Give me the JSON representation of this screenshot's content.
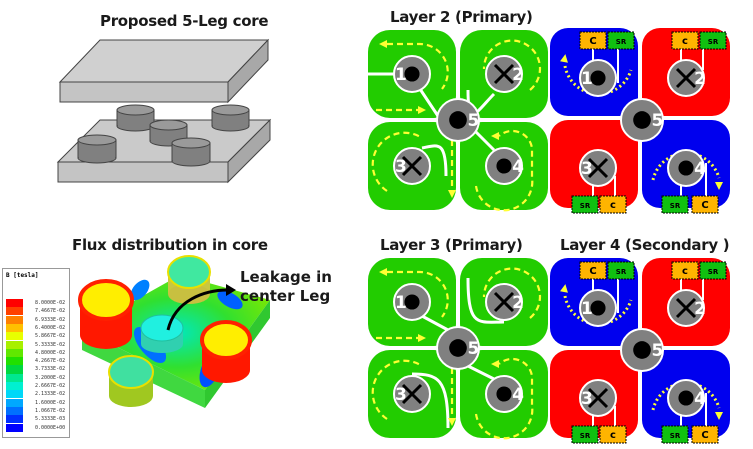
{
  "titles": {
    "core": "Proposed 5-Leg core",
    "flux": "Flux distribution in core",
    "layer2": "Layer 2 (Primary)",
    "layer3": "Layer 3 (Primary)",
    "layer4": "Layer 4 (Secondary )"
  },
  "annotation": {
    "line1": "Leakage in",
    "line2": "center Leg"
  },
  "legend": {
    "title": "B [tesla]",
    "entries": [
      {
        "label": "8.0000E-02",
        "color": "#ff0000"
      },
      {
        "label": "7.4667E-02",
        "color": "#ff4000"
      },
      {
        "label": "6.9333E-02",
        "color": "#ff8000"
      },
      {
        "label": "6.4000E-02",
        "color": "#ffc000"
      },
      {
        "label": "5.8667E-02",
        "color": "#e8ff00"
      },
      {
        "label": "5.3333E-02",
        "color": "#a8f000"
      },
      {
        "label": "4.8000E-02",
        "color": "#60e800"
      },
      {
        "label": "4.2667E-02",
        "color": "#20e000"
      },
      {
        "label": "3.7333E-02",
        "color": "#00d840"
      },
      {
        "label": "3.2000E-02",
        "color": "#00e890"
      },
      {
        "label": "2.6667E-02",
        "color": "#00f0d0"
      },
      {
        "label": "2.1333E-02",
        "color": "#00d8f8"
      },
      {
        "label": "1.6000E-02",
        "color": "#00a8ff"
      },
      {
        "label": "1.0667E-02",
        "color": "#0070ff"
      },
      {
        "label": "5.3333E-03",
        "color": "#0030ff"
      },
      {
        "label": "0.0000E+00",
        "color": "#0000ff"
      }
    ]
  },
  "legs": {
    "labels": [
      "1",
      "2",
      "3",
      "4",
      "5"
    ],
    "layer2_polarity": [
      "dot",
      "cross",
      "cross",
      "dot",
      "dot"
    ],
    "layer3_polarity": [
      "dot",
      "cross",
      "cross",
      "dot",
      "dot"
    ],
    "layer4_polarity": [
      "dot",
      "cross",
      "cross",
      "dot",
      "dot"
    ]
  },
  "components": {
    "capacitor": "C",
    "capacitor_lower": "c",
    "sync_rectifier": "SR"
  },
  "colors": {
    "primary_winding": "#22cc00",
    "secondary_positive": "#0000ee",
    "secondary_negative": "#ff0000",
    "leg": "#808080",
    "flux_arrow": "#ffff33",
    "cap_box": "#ffb400",
    "sr_box": "#10c010"
  }
}
